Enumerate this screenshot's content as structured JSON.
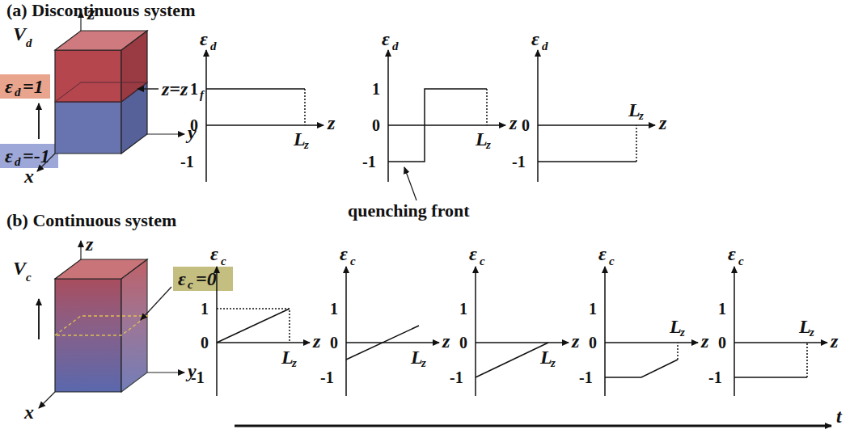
{
  "diagram": {
    "labels": [
      "(a) Discontinuous system",
      "z",
      "V",
      "d",
      "ε",
      "d",
      "=1",
      "z=z",
      "f",
      "ε",
      "d",
      "=-1",
      "y",
      "x",
      "ε",
      "d",
      "1",
      "0",
      "-1",
      "L",
      "z",
      "z",
      "ε",
      "d",
      "1",
      "0",
      "-1",
      "L",
      "z",
      "z",
      "ε",
      "d",
      "0",
      "-1",
      "L",
      "z",
      "z",
      "quenching front",
      "(b) Continuous system",
      "z",
      "V",
      "c",
      "ε",
      "c",
      "=0",
      "y",
      "x",
      "ε",
      "c",
      "1",
      "0",
      "-1",
      "L",
      "z",
      "z",
      "ε",
      "c",
      "1",
      "0",
      "-1",
      "L",
      "z",
      "z",
      "ε",
      "c",
      "1",
      "0",
      "-1",
      "L",
      "z",
      "z",
      "ε",
      "c",
      "1",
      "0",
      "-1",
      "L",
      "z",
      "z",
      "ε",
      "c",
      "1",
      "0",
      "-1",
      "L",
      "z",
      "z",
      "t"
    ]
  }
}
